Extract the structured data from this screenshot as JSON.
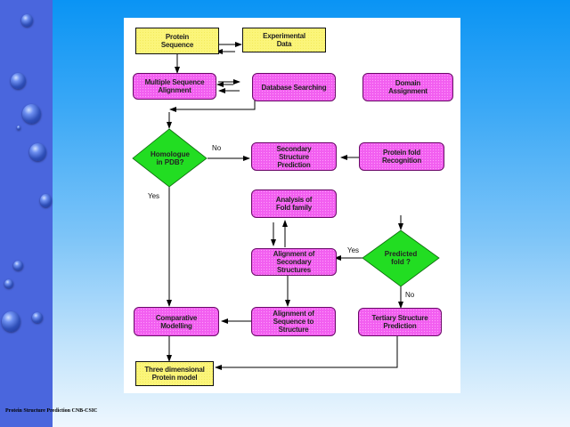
{
  "slide": {
    "footer_text": "Protein Structure Prediction CNB-CSIC",
    "colors": {
      "sidebar": "#4a66dd",
      "background_top": "#0a94f4",
      "background_bottom": "#eef7fe",
      "process_box": "#f25ef0",
      "io_box": "#fbf57a",
      "decision": "#22dd22"
    }
  },
  "flowchart": {
    "nodes": {
      "protein_sequence": "Protein\nSequence",
      "experimental_data": "Experimental\nData",
      "multiple_sequence_alignment": "Multiple Sequence\nAlignment",
      "database_searching": "Database Searching",
      "domain_assignment": "Domain\nAssignment",
      "homologue_in_pdb": "Homologue\nin PDB?",
      "secondary_structure_prediction": "Secondary\nStructure\nPrediction",
      "protein_fold_recognition": "Protein fold\nRecognition",
      "analysis_of_fold_family": "Analysis of\nFold family",
      "alignment_of_secondary_structures": "Alignment of\nSecondary\nStructures",
      "predicted_fold": "Predicted\nfold ?",
      "comparative_modelling": "Comparative\nModelling",
      "alignment_of_sequence_to_structure": "Alignment of\nSequence to\nStructure",
      "tertiary_structure_prediction": "Tertiary Structure\nPrediction",
      "three_dimensional_protein_model": "Three dimensional\nProtein model"
    },
    "edge_labels": {
      "homologue_no": "No",
      "homologue_yes": "Yes",
      "predicted_yes": "Yes",
      "predicted_no": "No"
    }
  }
}
